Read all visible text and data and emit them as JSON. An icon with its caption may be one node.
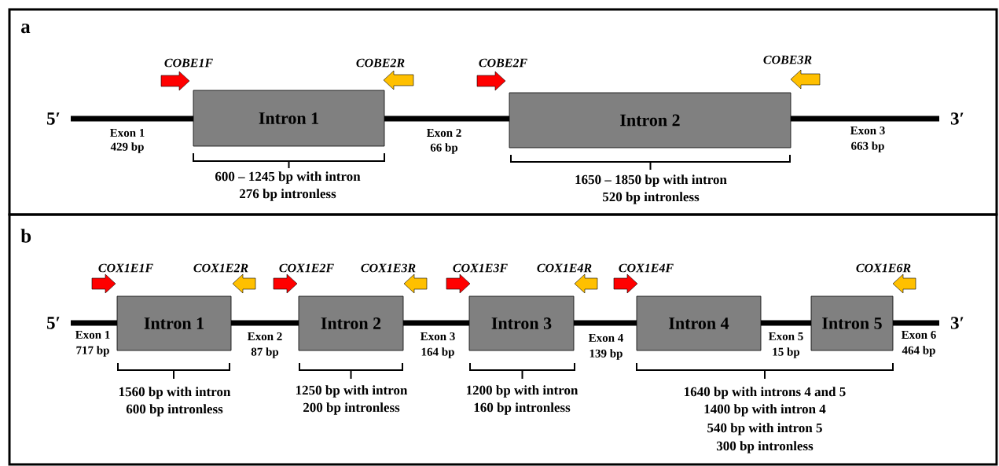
{
  "diagram": {
    "nodes": [
      {
        "text": [
          "a"
        ]
      },
      {
        "text": [
          "Intron 1"
        ],
        "in": 0
      },
      {
        "text": [
          "Intron 2"
        ],
        "in": 0
      },
      {
        "text": [
          "b"
        ]
      },
      {
        "text": [
          "Intron 1"
        ],
        "in": 3
      },
      {
        "text": [
          "Intron 2"
        ],
        "in": 3
      },
      {
        "text": [
          "Intron 3"
        ],
        "in": 3
      },
      {
        "text": [
          "Intron 4"
        ],
        "in": 3
      },
      {
        "text": [
          "Intron 5"
        ],
        "in": 3
      }
    ],
    "labels": [
      "COBE1F",
      "COBE2R",
      "COBE2F",
      "COBE3R",
      "5′",
      "3′",
      "Exon 1",
      "429 bp",
      "Exon 2",
      "66 bp",
      "Exon 3",
      "663 bp",
      "600 – 1245 bp with intron",
      "276 bp intronless",
      "1650 – 1850 bp with intron",
      "520 bp intronless",
      "COX1E1F",
      "COX1E2R",
      "COX1E2F",
      "COX1E3R",
      "COX1E3F",
      "COX1E4R",
      "COX1E4F",
      "COX1E6R",
      "5′",
      "3′",
      "Exon 1",
      "717 bp",
      "Exon 2",
      "87 bp",
      "Exon 3",
      "164 bp",
      "Exon 4",
      "139 bp",
      "Exon 5",
      "15 bp",
      "Exon 6",
      "464 bp",
      "1560 bp with intron",
      "600 bp intronless",
      "1250 bp with intron",
      "200 bp intronless",
      "1200 bp with intron",
      "160 bp intronless",
      "1640 bp with introns 4 and 5",
      "1400 bp with intron 4",
      "540 bp with intron 5",
      "300 bp intronless"
    ]
  }
}
